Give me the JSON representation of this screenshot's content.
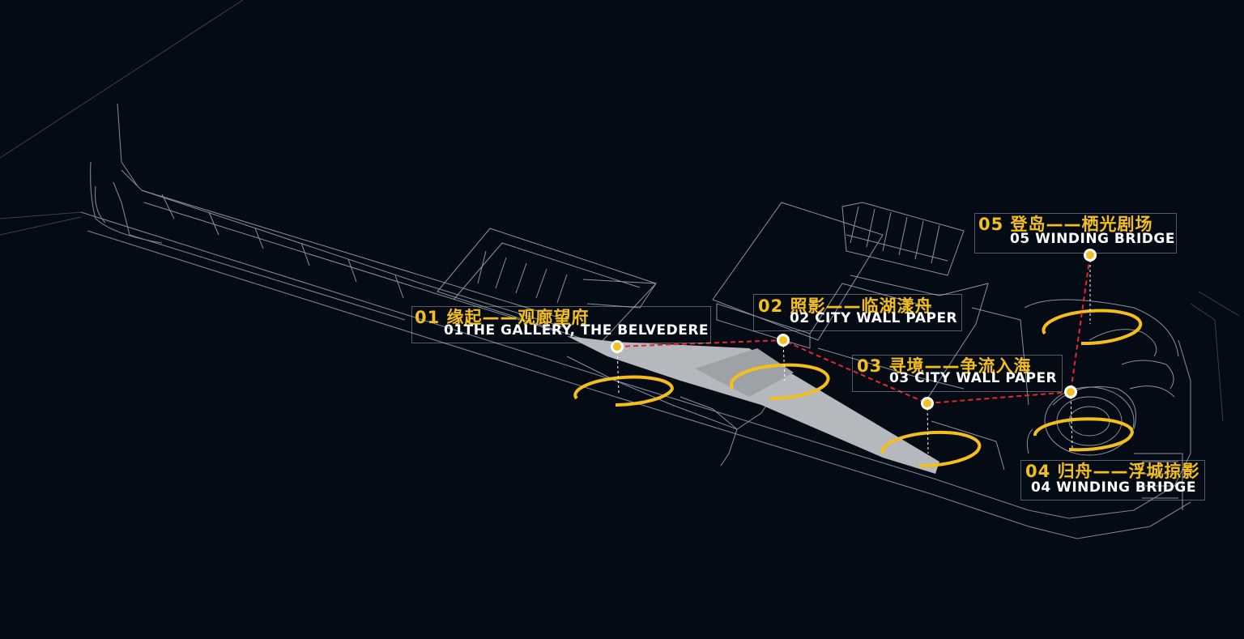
{
  "colors": {
    "background": "#040b14",
    "linework": "#8a929e",
    "accent_yellow": "#f5be1d",
    "route_red": "#e8262c",
    "path_grey": "#b5b8bc"
  },
  "nodes": [
    {
      "cn": "01  缘起——观廊望府",
      "en": "01THE GALLERY, THE BELVEDERE"
    },
    {
      "cn": "02 照影——临湖漾舟",
      "en": "02 CITY WALL PAPER"
    },
    {
      "cn": "03 寻境——争流入海",
      "en": "03 CITY WALL PAPER"
    },
    {
      "cn": "04 归舟——浮城掠影",
      "en": "04 WINDING BRIDGE"
    },
    {
      "cn": "05 登岛——栖光剧场",
      "en": "05 WINDING BRIDGE"
    }
  ]
}
